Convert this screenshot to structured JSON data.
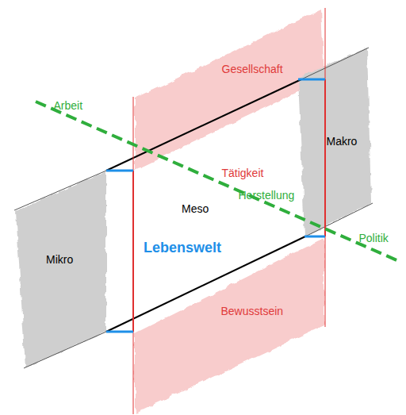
{
  "diagram": {
    "nodes": [
      {
        "text": [
          "Gesellschaft"
        ]
      },
      {
        "text": [
          "Makro"
        ]
      },
      {
        "text": [
          "Mikro"
        ]
      },
      {
        "text": [
          "Bewusstsein"
        ]
      }
    ],
    "labels": [
      "Arbeit",
      "Tätigkeit",
      "Herstellung",
      "Meso",
      "Politik",
      "Lebenswelt"
    ]
  }
}
